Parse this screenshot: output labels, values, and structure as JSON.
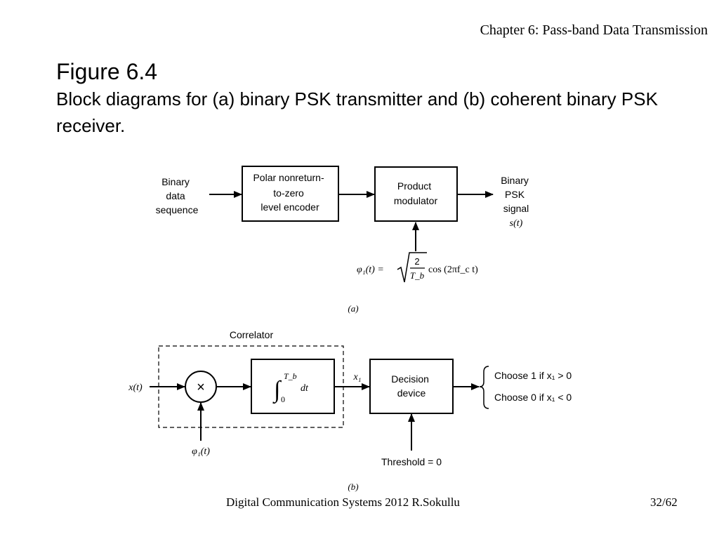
{
  "header": {
    "chapter": "Chapter 6: Pass-band Data Transmission"
  },
  "title": {
    "figure": "Figure 6.4",
    "caption": "Block diagrams for (a) binary PSK transmitter and (b) coherent binary PSK receiver."
  },
  "diagram_a": {
    "input_label": [
      "Binary",
      "data",
      "sequence"
    ],
    "encoder_label": [
      "Polar nonreturn-",
      "to-zero",
      "level encoder"
    ],
    "modulator_label": [
      "Product",
      "modulator"
    ],
    "output_label": [
      "Binary",
      "PSK",
      "signal"
    ],
    "output_symbol": "s(t)",
    "carrier_lhs": "φ₁(t) =",
    "carrier_frac_num": "2",
    "carrier_frac_den": "T_b",
    "carrier_rhs": "cos (2πf_c t)",
    "caption": "(a)"
  },
  "diagram_b": {
    "correlator_label": "Correlator",
    "input_label": "x(t)",
    "multiplier_symbol": "×",
    "integrator_label": "∫₀^{T_b} dt",
    "integral_sign": "∫",
    "integral_upper": "T_b",
    "integral_lower": "0",
    "integral_dt": "dt",
    "x1_label": "x₁",
    "decision_label": [
      "Decision",
      "device"
    ],
    "choice_1": "Choose 1 if x₁ > 0",
    "choice_0": "Choose 0 if x₁ < 0",
    "reference_label": "φ₁(t)",
    "threshold_label": "Threshold = 0",
    "caption": "(b)"
  },
  "footer": {
    "course": "Digital Communication Systems 2012 R.Sokullu",
    "page": "32/62"
  }
}
